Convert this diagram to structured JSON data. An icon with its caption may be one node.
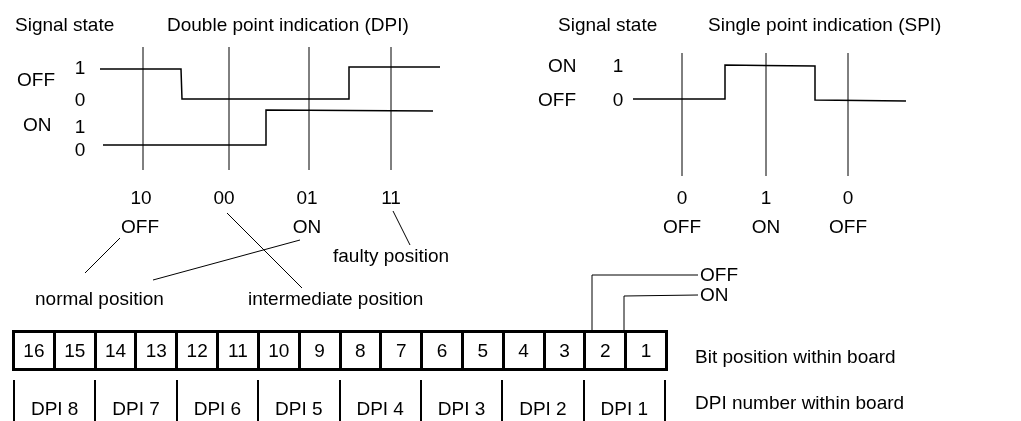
{
  "diagram": {
    "nodes": [
      {
        "text": [
          "OFF"
        ]
      },
      {
        "text": [
          "00"
        ]
      },
      {
        "text": [
          "ON"
        ]
      },
      {
        "text": [
          "11"
        ]
      },
      {
        "text": [
          "faulty position"
        ]
      },
      {
        "text": [
          "normal position"
        ]
      },
      {
        "text": [
          "intermediate position"
        ]
      },
      {
        "text": [
          "OFF"
        ]
      },
      {
        "text": [
          "ON"
        ]
      },
      {
        "text": [
          "16"
        ]
      },
      {
        "text": [
          "15"
        ]
      },
      {
        "text": [
          "14"
        ]
      },
      {
        "text": [
          "13"
        ]
      },
      {
        "text": [
          "12"
        ]
      },
      {
        "text": [
          "11"
        ]
      },
      {
        "text": [
          "10"
        ]
      },
      {
        "text": [
          "9"
        ]
      },
      {
        "text": [
          "8"
        ]
      },
      {
        "text": [
          "7"
        ]
      },
      {
        "text": [
          "6"
        ]
      },
      {
        "text": [
          "5"
        ]
      },
      {
        "text": [
          "4"
        ]
      },
      {
        "text": [
          "3"
        ]
      },
      {
        "text": [
          "2"
        ]
      },
      {
        "text": [
          "1"
        ]
      },
      {
        "text": [
          "DPI 8"
        ]
      },
      {
        "text": [
          "DPI 7"
        ]
      },
      {
        "text": [
          "DPI 6"
        ]
      },
      {
        "text": [
          "DPI 5"
        ]
      },
      {
        "text": [
          "DPI 4"
        ]
      },
      {
        "text": [
          "DPI 3"
        ]
      },
      {
        "text": [
          "DPI 2"
        ]
      },
      {
        "text": [
          "DPI 1"
        ]
      }
    ],
    "edges": [
      {
        "from": 0,
        "to": 5,
        "arrow": "none"
      },
      {
        "from": 2,
        "to": 5,
        "arrow": "none"
      },
      {
        "from": 1,
        "to": 6,
        "arrow": "none"
      },
      {
        "from": 3,
        "to": 4,
        "arrow": "none"
      },
      {
        "from": 7,
        "to": 23,
        "arrow": "none"
      },
      {
        "from": 8,
        "to": 24,
        "arrow": "none"
      }
    ],
    "labels": [
      "Signal state",
      "Double point indication (DPI)",
      "Signal state",
      "Single point indication (SPI)",
      "OFF",
      "1",
      "0",
      "ON",
      "1",
      "0",
      "ON",
      "1",
      "OFF",
      "0",
      "10",
      "01",
      "0",
      "1",
      "0",
      "OFF",
      "ON",
      "OFF",
      "Bit position within board",
      "DPI number within board"
    ]
  }
}
